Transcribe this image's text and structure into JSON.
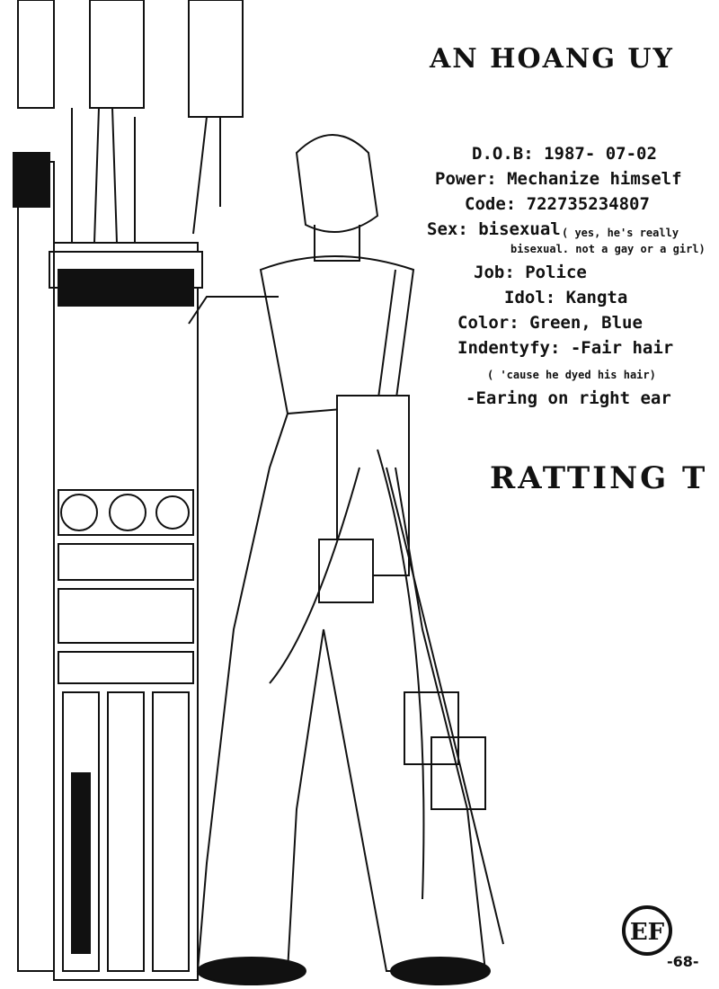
{
  "title": "AN HOANG UY",
  "profile": {
    "dob": "D.O.B: 1987- 07-02",
    "power": "Power: Mechanize himself",
    "code": "Code: 722735234807",
    "sex": "Sex: bisexual",
    "sex_note_1": "( yes, he's  really",
    "sex_note_2": "bisexual. not a gay or a girl)",
    "job": "Job: Police",
    "idol": "Idol: Kangta",
    "color": "Color: Green, Blue",
    "identify": "Indentyfy: -Fair hair",
    "identify_note": "( 'cause he dyed his hair)",
    "identify_2": "-Earing on right ear"
  },
  "rating": "RATTING T",
  "logo_text": "EF",
  "page_number": "-68-"
}
